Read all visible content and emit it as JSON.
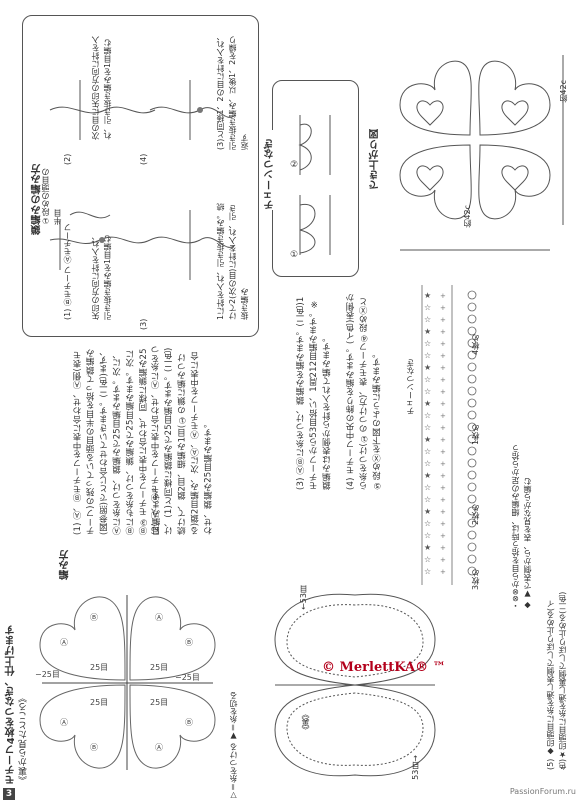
{
  "page": {
    "section_number": "3",
    "section_title": "モチーフ4枚をつなぎ、仕上げます",
    "section_subtitle": "《裏から見たところ》",
    "watermark": "© MerlettKA® ™",
    "footer_site": "PassionForum.ru"
  },
  "knit_method": {
    "heading": "編み方",
    "step1": "(1) Ⓐ、Ⓑモチーフを中表に合わせ、Ⓐ側(表モチーフ)の残っている頭目の半目を拾って鎖編み(図参照)でとじ合わせていきます。(二色)まず、Ⓐに糸をつけ、鎖編みで25目編みます。次に、Ⓑにも糸をつけ、鎖編みで25目編みます。次にⒷ③モチーフを中表に合わせ、同様に鎖編み25目編みます。",
    "step2": "(2) Ⓐ、Ⓑモチーフを中表に合わせ、Ⓐに糸をつけ、(1)と同様に鎖編みで25目編みます。(二色)続けて、鎖2目、細編み1目(①の鎖に編みつける)鎖2目編み、次にⒶ、Ⓐモチーフを中表に合わせ、鎖編み25目編みます。",
    "step3": "(3) ⒶⒷに糸をつけ、鎖編みを編みます。(二色)1モチーフから53目拾い、1周212目編みます。※鎖編みは表側から針を入れて編みます。",
    "step4": "(4) モチーフ中央の飾りを編みます。(イ色)表側から糸をつけ(①のつけ方)、表モチーフ④段めⓍと⑤段めⓍを下図のように編みます。",
    "step5": "(5) ◆印頭目に糸を通し表側でしぼり止める(イ色)★印頭目に糸を通し裏側でしぼり止める(二色)",
    "note_chain": "・⊗⊗から目を拾う時は、細編みの足から拾う◆ ▼で表側から、表を見ながら編む"
  },
  "legend": {
    "attach": "▽＝糸をつける",
    "cut": "▼＝糸を切る"
  },
  "motif_diagram": {
    "labels": [
      "Ⓐ",
      "Ⓑ",
      "Ⓐ",
      "Ⓑ",
      "Ⓐ",
      "Ⓑ",
      "Ⓐ",
      "Ⓑ"
    ],
    "counts": [
      "25目",
      "25目",
      "25目",
      "25目"
    ],
    "count_sides": [
      "−25目",
      "−25目"
    ]
  },
  "chain_stitch_box": {
    "title": "鎖編みの編み方",
    "s1": "(1)",
    "s1_sub": "Ⓑモチーフ Ⓐモチーフ",
    "s1_note": "①段めの頭目の半目",
    "s1_text": "矢印の方向に針を入れ、引き抜き編みを1目編む",
    "s2": "(2)",
    "s2_text": "次の目に矢印の方向に針を入れ、引き抜き編みを1目編む",
    "s3": "(3)",
    "s3_text": "1に針を入れ、引き抜き編み。続けて2(次の目)に針を入れ、引き抜き編み",
    "s4": "(4)",
    "s4_text": "(3)と同様1、2の目に針を入れ、引き抜き編み、以後1、2を繰り返す"
  },
  "chain_joint_box": {
    "title": "チェーンつなぎ",
    "s1": "①",
    "s2": "②"
  },
  "finished_diagram": {
    "title": "でき上がり図",
    "width": "約42c",
    "height": "約42c"
  },
  "chain_chart": {
    "title": "チェーンつなぎ",
    "labels": [
      "3枚め",
      "2枚め",
      "1枚め",
      "4枚め"
    ]
  },
  "edge_diagram": {
    "label_53": "←53目",
    "label_53b": "53目→",
    "center": "《裏》"
  }
}
